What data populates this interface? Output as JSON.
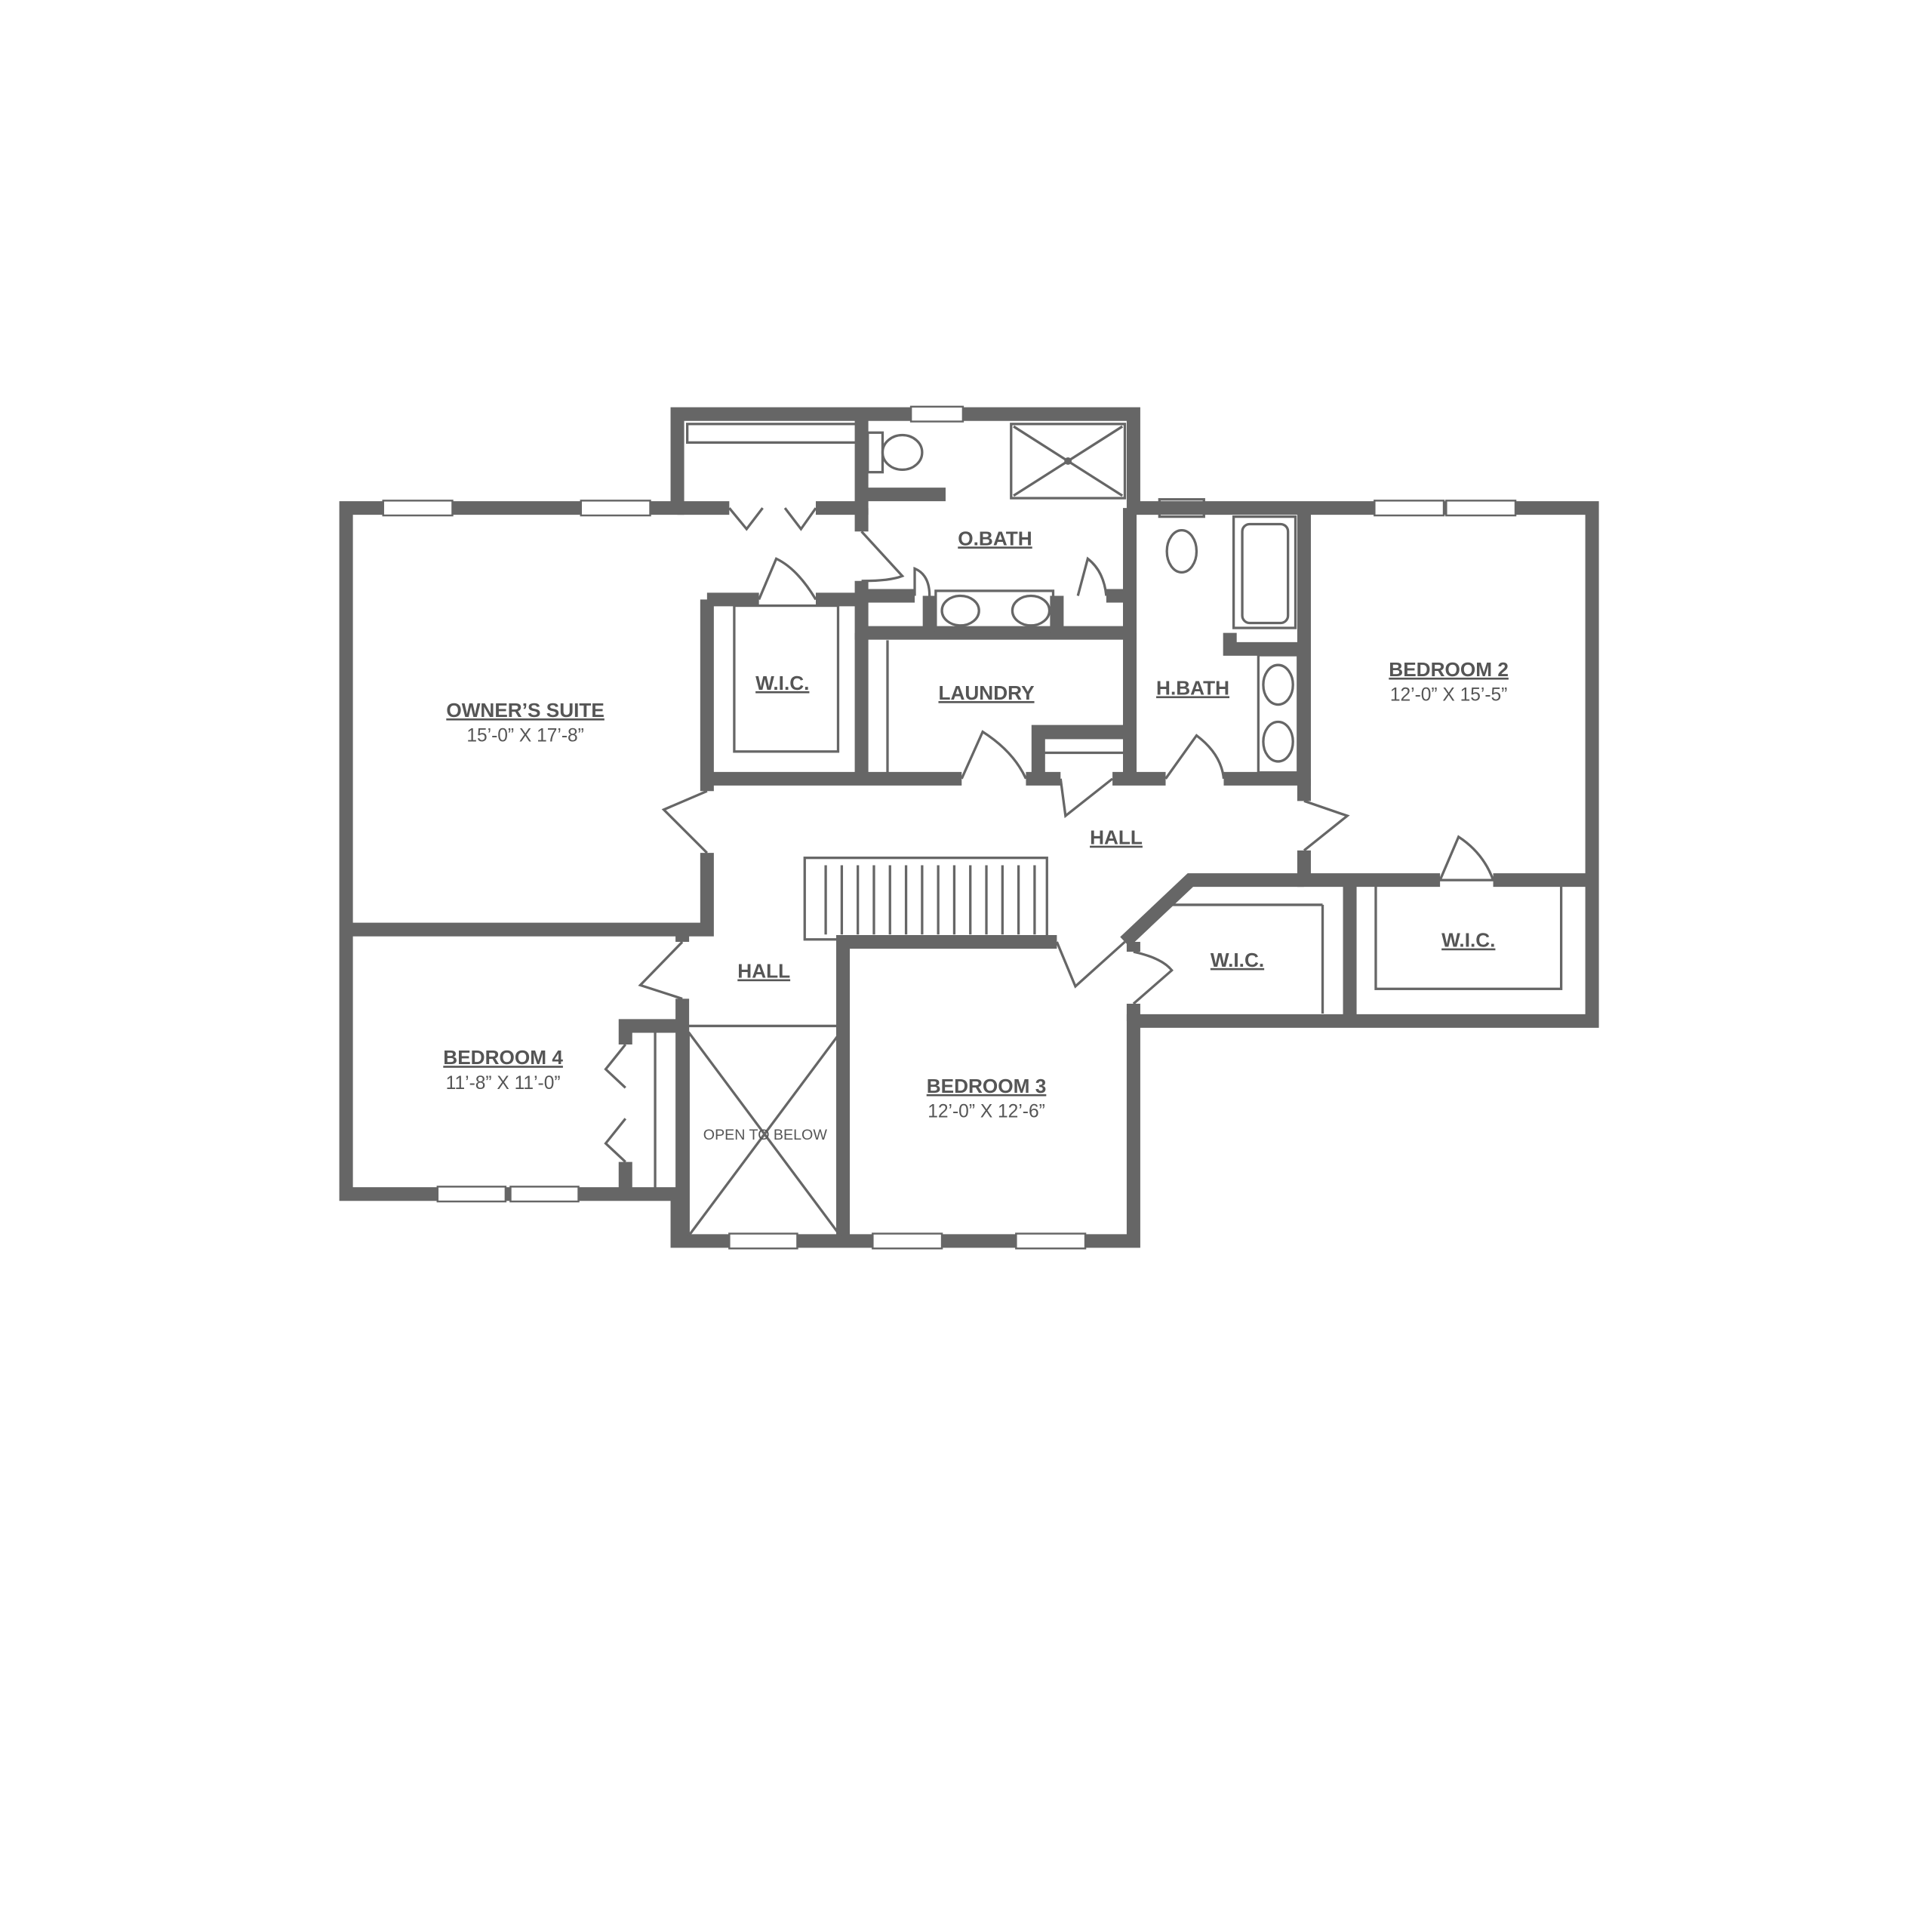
{
  "rooms": {
    "owners_suite": {
      "name": "OWNER’S SUITE",
      "size": "15’-0” X 17’-8”"
    },
    "bedroom2": {
      "name": "BEDROOM 2",
      "size": "12’-0” X 15’-5”"
    },
    "bedroom3": {
      "name": "BEDROOM 3",
      "size": "12’-0” X 12’-6”"
    },
    "bedroom4": {
      "name": "BEDROOM 4",
      "size": "11’-8” X 11’-0”"
    },
    "obath": {
      "name": "O.BATH"
    },
    "hbath": {
      "name": "H.BATH"
    },
    "laundry": {
      "name": "LAUNDRY"
    },
    "wic_owner": {
      "name": "W.I.C."
    },
    "wic_bed2": {
      "name": "W.I.C."
    },
    "wic_bed3": {
      "name": "W.I.C."
    },
    "hall_upper": {
      "name": "HALL"
    },
    "hall_lower": {
      "name": "HALL"
    },
    "open_to_below": {
      "name": "OPEN TO BELOW"
    }
  },
  "colors": {
    "wall": "#666666",
    "text": "#555555"
  }
}
